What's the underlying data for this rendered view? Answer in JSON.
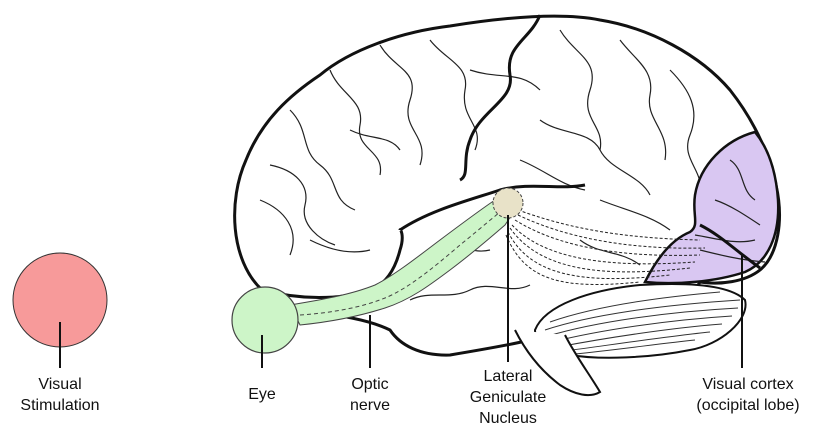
{
  "labels": {
    "visual_stimulation": [
      "Visual",
      "Stimulation"
    ],
    "eye": [
      "Eye"
    ],
    "optic_nerve": [
      "Optic",
      "nerve"
    ],
    "lgn": [
      "Lateral",
      "Geniculate",
      "Nucleus"
    ],
    "visual_cortex": [
      "Visual cortex",
      "(occipital lobe)"
    ]
  },
  "colors": {
    "stimulus": "#f79a9a",
    "eye_and_nerve": "#cdf5c8",
    "lgn": "#e8e2c8",
    "visual_cortex": "#d9c7f2",
    "outline": "#111111"
  }
}
